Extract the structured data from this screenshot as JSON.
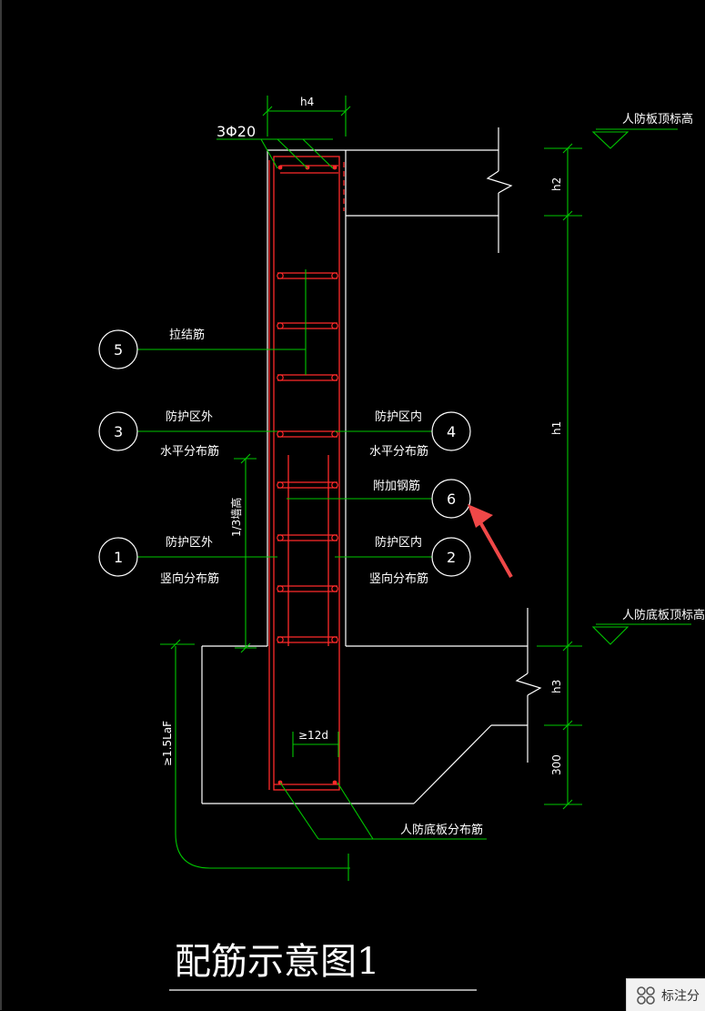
{
  "drawing": {
    "title": "配筋示意图1",
    "rebar_top": "3Φ20",
    "dims": {
      "h4": "h4",
      "h2": "h2",
      "h1": "h1",
      "h3": "h3",
      "d300": "300",
      "third": "1/3墙高",
      "lap12d": "≥12d",
      "anchor": "≥1.5LaF"
    },
    "elevations": {
      "top_slab": "人防板顶标高",
      "bottom_slab": "人防底板顶标高"
    },
    "callouts": [
      {
        "num": "5",
        "line1": "拉结筋",
        "line2": ""
      },
      {
        "num": "3",
        "line1": "防护区外",
        "line2": "水平分布筋"
      },
      {
        "num": "4",
        "line1": "防护区内",
        "line2": "水平分布筋"
      },
      {
        "num": "6",
        "line1": "附加钢筋",
        "line2": ""
      },
      {
        "num": "1",
        "line1": "防护区外",
        "line2": "竖向分布筋"
      },
      {
        "num": "2",
        "line1": "防护区内",
        "line2": "竖向分布筋"
      }
    ],
    "bottom_rebar": "人防底板分布筋"
  },
  "toolbar": {
    "label": "标注分",
    "icon": "grid-apps-icon"
  },
  "colors": {
    "background": "#000000",
    "outline": "#ffffff",
    "rebar": "#ff2a2a",
    "dimension": "#00c800",
    "arrow": "#f04848"
  }
}
